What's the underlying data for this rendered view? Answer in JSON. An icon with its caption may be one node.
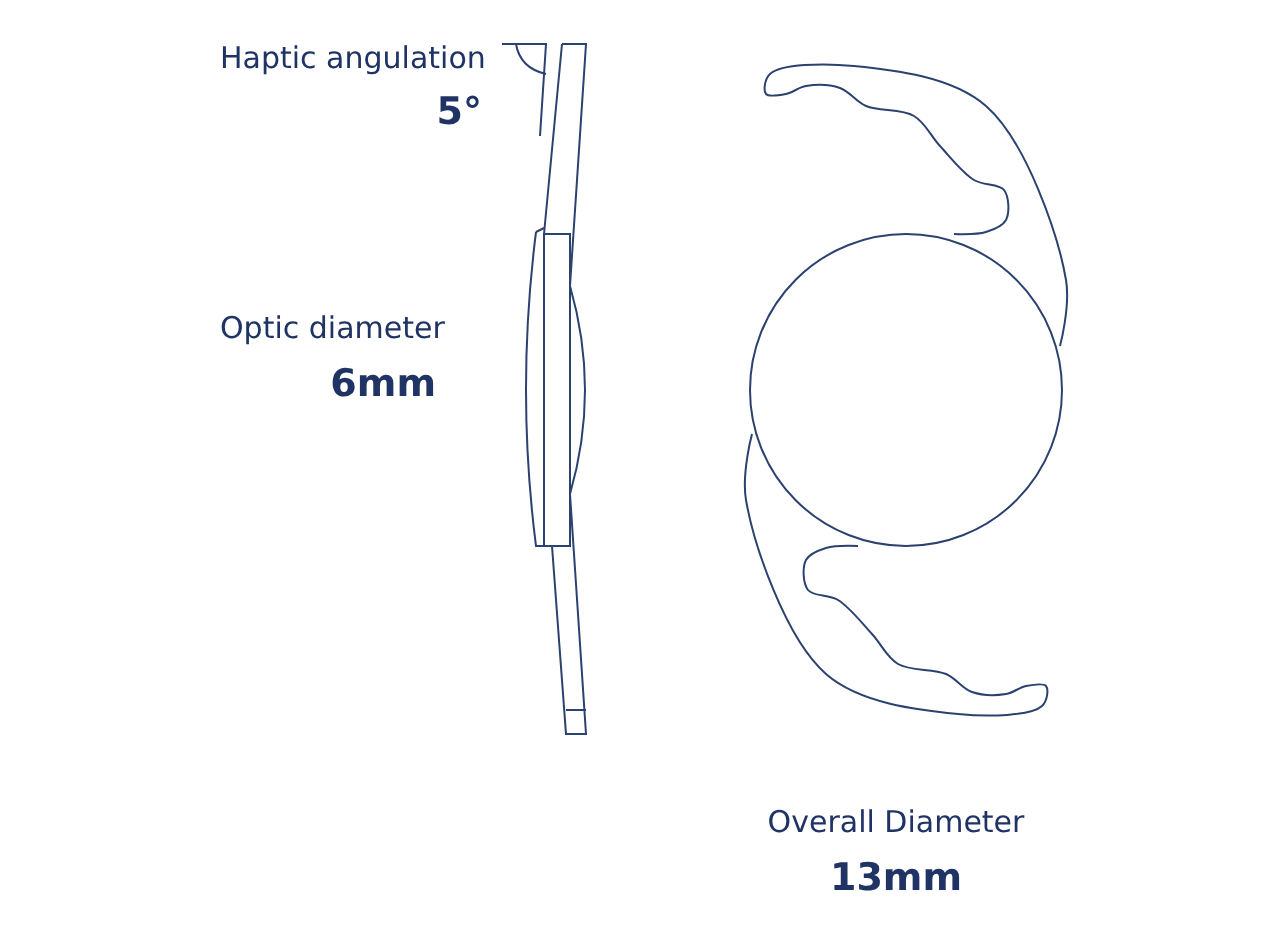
{
  "diagram": {
    "labels": [
      "Haptic angulation",
      "5°",
      "Optic diameter",
      "6mm",
      "Overall Diameter",
      "13mm"
    ]
  }
}
